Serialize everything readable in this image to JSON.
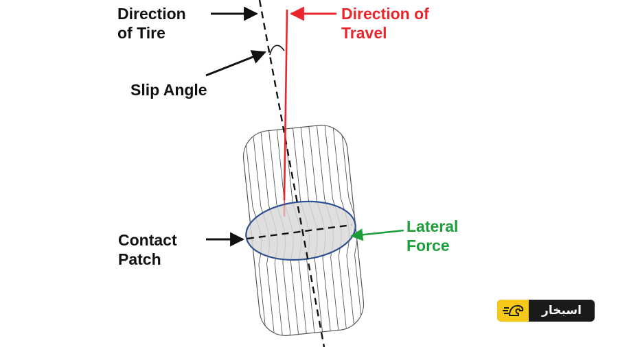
{
  "labels": {
    "direction_of_tire": [
      "Direction",
      "of Tire"
    ],
    "direction_of_travel": [
      "Direction of",
      "Travel"
    ],
    "slip_angle": "Slip Angle",
    "contact_patch": [
      "Contact",
      "Patch"
    ],
    "lateral_force": [
      "Lateral",
      "Force"
    ]
  },
  "logo": {
    "text": "اسبخار",
    "icon": "speed-horse-icon"
  },
  "colors": {
    "travel": "#e8262c",
    "lateral": "#1e9e3a",
    "patch_outline": "#2f4f8f",
    "tire_lines": "#555555",
    "logo_yellow": "#f6c81c",
    "logo_dark": "#1a1a1a"
  }
}
